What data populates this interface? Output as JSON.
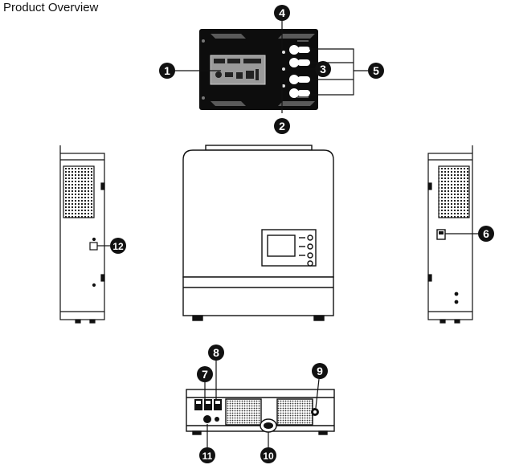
{
  "page": {
    "title": "Product Overview"
  },
  "callouts": {
    "c1": "1",
    "c2": "2",
    "c3": "3",
    "c4": "4",
    "c5": "5",
    "c6": "6",
    "c7": "7",
    "c8": "8",
    "c9": "9",
    "c10": "10",
    "c11": "11",
    "c12": "12"
  },
  "colors": {
    "ink": "#111111",
    "badge": "#111111",
    "panel": "#0d0d0d",
    "lcd": "#9a9a9a"
  }
}
